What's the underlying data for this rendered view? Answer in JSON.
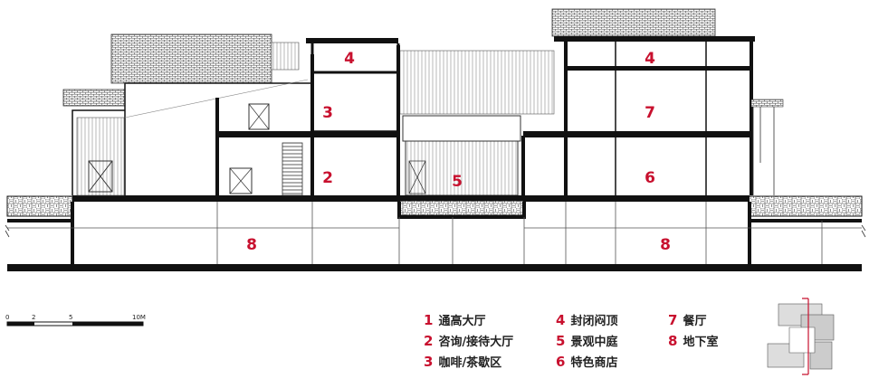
{
  "section_labels": {
    "l1": "4",
    "l2": "3",
    "l3": "2",
    "l4": "5",
    "l5": "4",
    "l6": "7",
    "l7": "6",
    "l8": "8",
    "l9": "8"
  },
  "scale_bar": {
    "t0": "0",
    "t1": "2",
    "t2": "5",
    "t3": "10M"
  },
  "legend": {
    "items": [
      {
        "num": "1",
        "name": "通高大厅"
      },
      {
        "num": "2",
        "name": "咨询/接待大厅"
      },
      {
        "num": "3",
        "name": "咖啡/茶歇区"
      },
      {
        "num": "4",
        "name": "封闭闷顶"
      },
      {
        "num": "5",
        "name": "景观中庭"
      },
      {
        "num": "6",
        "name": "特色商店"
      },
      {
        "num": "7",
        "name": "餐厅"
      },
      {
        "num": "8",
        "name": "地下室"
      }
    ]
  },
  "colors": {
    "label_red": "#c8102e",
    "line": "#111111"
  }
}
